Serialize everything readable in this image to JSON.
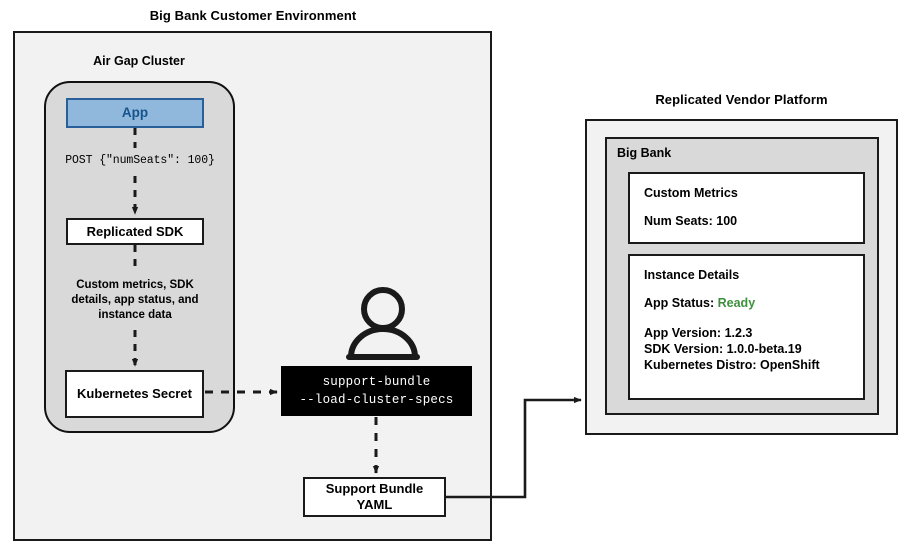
{
  "customer_env": {
    "title": "Big Bank Customer Environment",
    "cluster": {
      "title": "Air Gap Cluster",
      "nodes": {
        "app": "App",
        "sdk": "Replicated SDK",
        "secret": "Kubernetes Secret"
      },
      "edges": {
        "app_to_sdk": "POST {\"numSeats\": 100}",
        "sdk_to_secret": "Custom metrics, SDK details, app status, and instance data"
      }
    },
    "terminal": {
      "line1": "support-bundle",
      "line2": "--load-cluster-specs"
    },
    "support_bundle": {
      "line1": "Support Bundle",
      "line2": "YAML"
    },
    "user_icon": "person-icon"
  },
  "vendor_platform": {
    "title": "Replicated Vendor Platform",
    "customer_label": "Big Bank",
    "custom_metrics": {
      "title": "Custom Metrics",
      "rows": [
        "Num Seats: 100"
      ]
    },
    "instance_details": {
      "title": "Instance Details",
      "status_label": "App Status:",
      "status_value": "Ready",
      "rows": [
        "App Version: 1.2.3",
        "SDK Version: 1.0.0-beta.19",
        "Kubernetes Distro: OpenShift"
      ]
    }
  },
  "colors": {
    "app_fill": "#8fb8dc",
    "app_border": "#2a6099",
    "app_text": "#17538c",
    "outer_fill": "#f2f2f2",
    "cluster_fill": "#d9d9d9",
    "terminal_fill": "#000000",
    "status_ready": "#3f8f3f",
    "stroke": "#1a1a1a"
  }
}
